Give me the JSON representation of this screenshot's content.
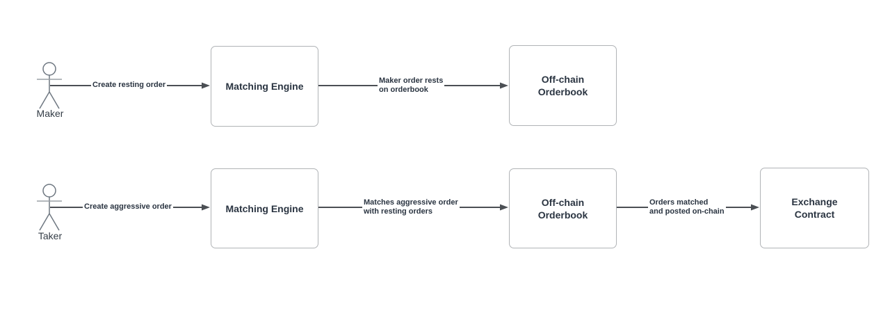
{
  "canvas": {
    "background": "#ffffff"
  },
  "colors": {
    "box_border": "#b0b3b6",
    "box_fill": "#ffffff",
    "box_text": "#2a3441",
    "connector": "#4b4f54",
    "edge_label_text": "#2a3441",
    "actor_stroke": "#6e7781",
    "actor_arms_stroke": "#9aa0a6",
    "actor_label_text": "#333c46"
  },
  "actors": {
    "maker": {
      "label": "Maker"
    },
    "taker": {
      "label": "Taker"
    }
  },
  "nodes": {
    "matching_engine_top": {
      "label": "Matching Engine"
    },
    "offchain_orderbook_top": {
      "line1": "Off-chain",
      "line2": "Orderbook"
    },
    "matching_engine_bottom": {
      "label": "Matching Engine"
    },
    "offchain_orderbook_bottom": {
      "line1": "Off-chain",
      "line2": "Orderbook"
    },
    "exchange_contract": {
      "line1": "Exchange",
      "line2": "Contract"
    }
  },
  "edges": {
    "create_resting_order": {
      "label": "Create resting order"
    },
    "maker_order_rests": {
      "line1": "Maker order rests",
      "line2": "on orderbook"
    },
    "create_aggressive_order": {
      "label": "Create aggressive order"
    },
    "matches_aggressive_order": {
      "line1": "Matches aggressive order",
      "line2": "with resting orders"
    },
    "orders_matched": {
      "line1": "Orders matched",
      "line2": "and posted on-chain"
    }
  }
}
